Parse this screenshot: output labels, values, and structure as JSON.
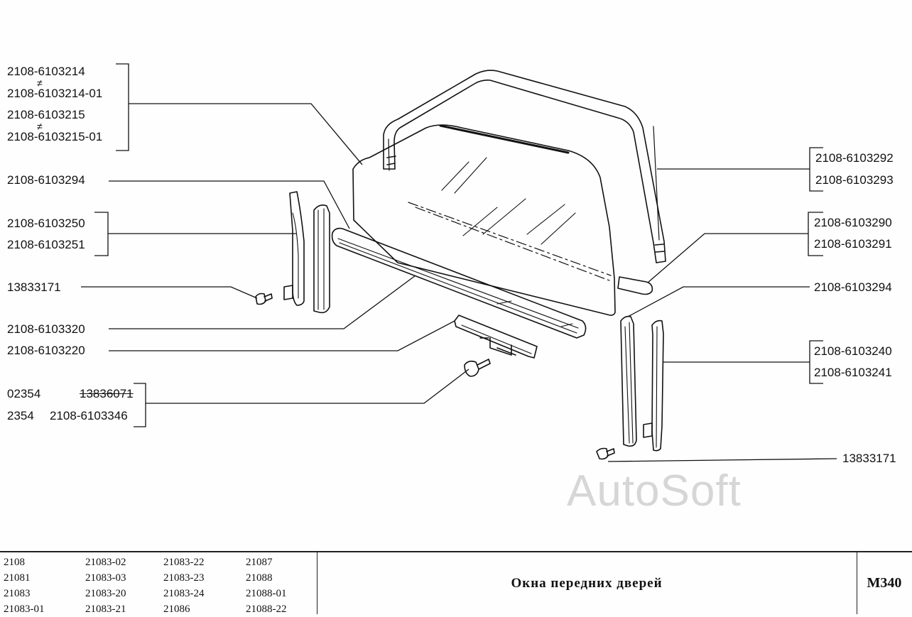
{
  "labels_left": {
    "trim_a": "2108-6103214",
    "trim_b": "2108-6103214-01",
    "trim_c": "2108-6103215",
    "trim_d": "2108-6103215-01",
    "seal_top": "2108-6103294",
    "guide_a": "2108-6103250",
    "guide_b": "2108-6103251",
    "screw_left": "13833171",
    "holder": "2108-6103320",
    "bracket": "2108-6103220",
    "bolt_code_a": "02354",
    "bolt_old": "13836071",
    "bolt_code_b": "2354",
    "bolt_new": "2108-6103346"
  },
  "labels_right": {
    "channel_a": "2108-6103292",
    "channel_b": "2108-6103293",
    "stop_a": "2108-6103290",
    "stop_b": "2108-6103291",
    "seal_rear": "2108-6103294",
    "rear_guide_a": "2108-6103240",
    "rear_guide_b": "2108-6103241",
    "screw_right": "13833171"
  },
  "marks": {
    "diff_mark": "≠"
  },
  "watermark": "AutoSoft",
  "footer": {
    "models": [
      [
        "2108",
        "21081",
        "21083",
        "21083-01"
      ],
      [
        "21083-02",
        "21083-03",
        "21083-20",
        "21083-21"
      ],
      [
        "21083-22",
        "21083-23",
        "21083-24",
        "21086"
      ],
      [
        "21087",
        "21088",
        "21088-01",
        "21088-22"
      ]
    ],
    "title": "Окна передних дверей",
    "code": "M340"
  }
}
